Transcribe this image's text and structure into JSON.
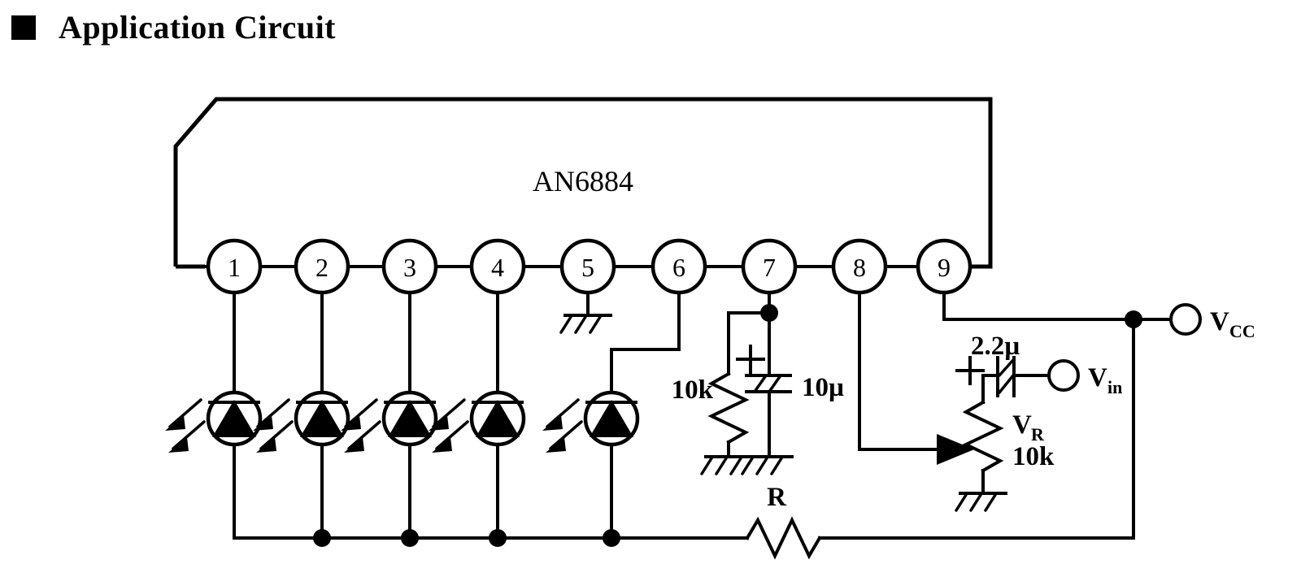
{
  "page": {
    "title": "Application Circuit",
    "bullet_icon": "filled-square-bullet"
  },
  "circuit": {
    "ic": {
      "part_number": "AN6884",
      "package_note": "chamfered-top-left-corner",
      "pins": [
        {
          "number": "1",
          "net": "LED1"
        },
        {
          "number": "2",
          "net": "LED2"
        },
        {
          "number": "3",
          "net": "LED3"
        },
        {
          "number": "4",
          "net": "LED4"
        },
        {
          "number": "5",
          "net": "GND"
        },
        {
          "number": "6",
          "net": "LED5"
        },
        {
          "number": "7",
          "net": "RC"
        },
        {
          "number": "8",
          "net": "VR-WIPER"
        },
        {
          "number": "9",
          "net": "VCC"
        }
      ]
    },
    "leds": [
      {
        "id": "led-1",
        "pin": "1"
      },
      {
        "id": "led-2",
        "pin": "2"
      },
      {
        "id": "led-3",
        "pin": "3"
      },
      {
        "id": "led-4",
        "pin": "4"
      },
      {
        "id": "led-5",
        "pin": "6"
      }
    ],
    "components": [
      {
        "id": "r-pin7",
        "type": "resistor",
        "label": "10k",
        "connects": "pin7-to-gnd"
      },
      {
        "id": "c-pin7",
        "type": "capacitor-polarized",
        "label": "10µ",
        "polarity": "+",
        "connects": "pin7-to-gnd"
      },
      {
        "id": "c-input",
        "type": "capacitor-polarized",
        "label": "2.2µ",
        "polarity": "+",
        "connects": "vr-top-to-vin"
      },
      {
        "id": "vr",
        "type": "potentiometer",
        "label_name": "V",
        "label_sub": "R",
        "label_value": "10k",
        "connects": "pin8-wiper"
      },
      {
        "id": "r-series",
        "type": "resistor",
        "label": "R",
        "connects": "led-cathodes-to-vcc"
      }
    ],
    "terminals": [
      {
        "id": "vcc",
        "label_main": "V",
        "label_sub": "CC",
        "symbol": "open-circle"
      },
      {
        "id": "vin",
        "label_main": "V",
        "label_sub": "in",
        "symbol": "open-circle"
      }
    ],
    "grounds": [
      {
        "id": "gnd-pin5"
      },
      {
        "id": "gnd-10k"
      },
      {
        "id": "gnd-10u"
      },
      {
        "id": "gnd-vr"
      }
    ],
    "colors": {
      "ink": "#000000",
      "paper": "#ffffff"
    }
  }
}
